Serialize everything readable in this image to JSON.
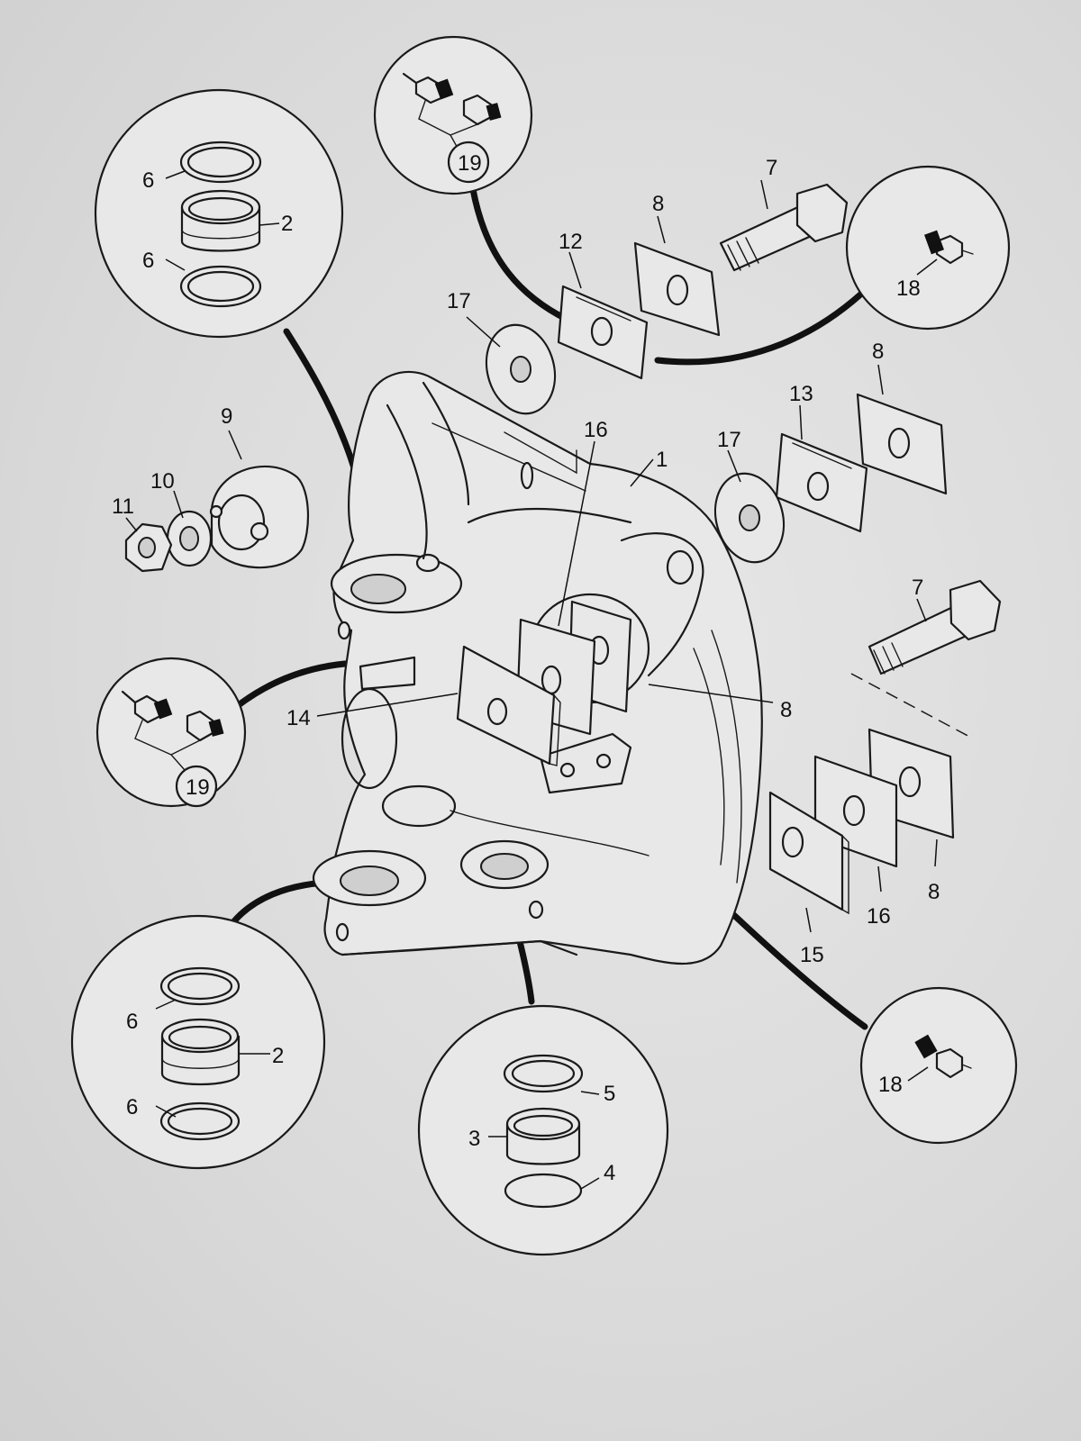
{
  "labels": {
    "l1": "1",
    "l2a": "2",
    "l2b": "2",
    "l3": "3",
    "l4": "4",
    "l5": "5",
    "l6a": "6",
    "l6b": "6",
    "l6c": "6",
    "l6d": "6",
    "l7a": "7",
    "l7b": "7",
    "l8a": "8",
    "l8b": "8",
    "l8c": "8",
    "l8d": "8",
    "l9": "9",
    "l10": "10",
    "l11": "11",
    "l12": "12",
    "l13": "13",
    "l14": "14",
    "l15": "15",
    "l16a": "16",
    "l16b": "16",
    "l17a": "17",
    "l17b": "17",
    "l18a": "18",
    "l18b": "18",
    "l19a": "19",
    "l19b": "19"
  },
  "colors": {
    "ink": "#111111",
    "paper": "#dcdcdc"
  }
}
